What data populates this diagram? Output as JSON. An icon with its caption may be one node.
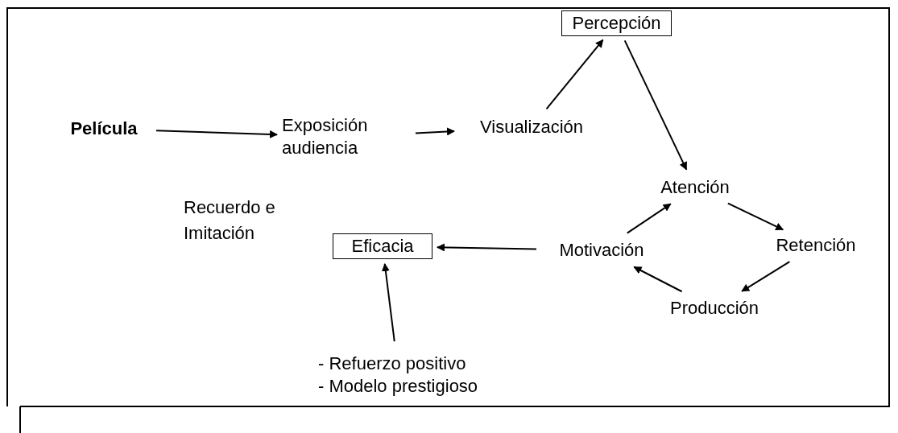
{
  "diagram": {
    "nodes": [
      {
        "text": [
          "Película"
        ]
      },
      {
        "text": [
          "Exposición audiencia"
        ]
      },
      {
        "text": [
          "Visualización"
        ]
      },
      {
        "text": [
          "Percepción"
        ]
      },
      {
        "text": [
          "Atención"
        ]
      },
      {
        "text": [
          "Retención"
        ]
      },
      {
        "text": [
          "Producción"
        ]
      },
      {
        "text": [
          "Motivación"
        ]
      },
      {
        "text": [
          "Eficacia"
        ]
      },
      {
        "text": [
          "- Refuerzo positivo",
          "- Modelo prestigioso"
        ]
      }
    ],
    "edges": [
      {
        "from": 0,
        "to": 1,
        "arrow": "to"
      },
      {
        "from": 1,
        "to": 2,
        "arrow": "to"
      },
      {
        "from": 2,
        "to": 3,
        "arrow": "to"
      },
      {
        "from": 3,
        "to": 4,
        "arrow": "to"
      },
      {
        "from": 4,
        "to": 5,
        "arrow": "to"
      },
      {
        "from": 5,
        "to": 6,
        "arrow": "to"
      },
      {
        "from": 6,
        "to": 7,
        "arrow": "to"
      },
      {
        "from": 7,
        "to": 4,
        "arrow": "to"
      },
      {
        "from": 7,
        "to": 8,
        "arrow": "to"
      },
      {
        "from": 9,
        "to": 8,
        "arrow": "to"
      }
    ],
    "labels": [
      "Recuerdo e Imitación"
    ]
  }
}
